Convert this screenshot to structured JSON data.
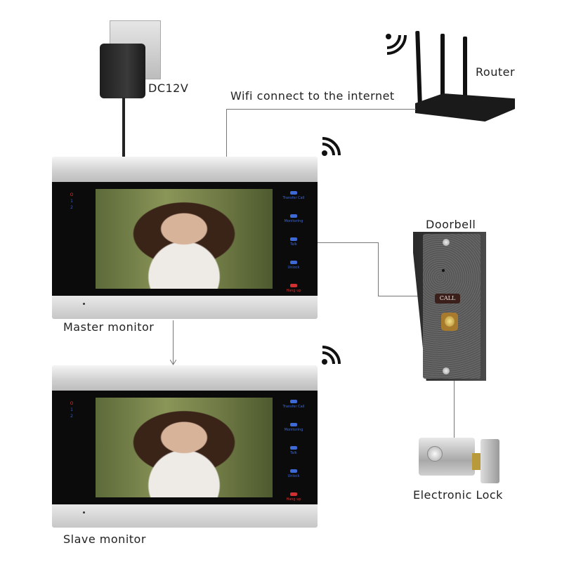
{
  "labels": {
    "power": "DC12V",
    "wifi": "Wifi connect to the internet",
    "router": "Router",
    "doorbell": "Doorbell",
    "master": "Master monitor",
    "slave": "Slave monitor",
    "lock": "Electronic Lock",
    "call": "CALL"
  },
  "monitor_buttons": [
    "Transfer Call",
    "Monitoring",
    "Talk",
    "Unlock",
    "Hang up"
  ],
  "monitor_side_marks": [
    "O",
    "1",
    "2"
  ],
  "icons": [
    "power-adapter-icon",
    "router-icon",
    "wifi-signal-icon",
    "doorbell-icon",
    "electronic-lock-icon"
  ],
  "colors": {
    "monitor_button_blue": "#3d6ad6",
    "hangup_red": "#d23030",
    "connector_line": "#777777"
  }
}
